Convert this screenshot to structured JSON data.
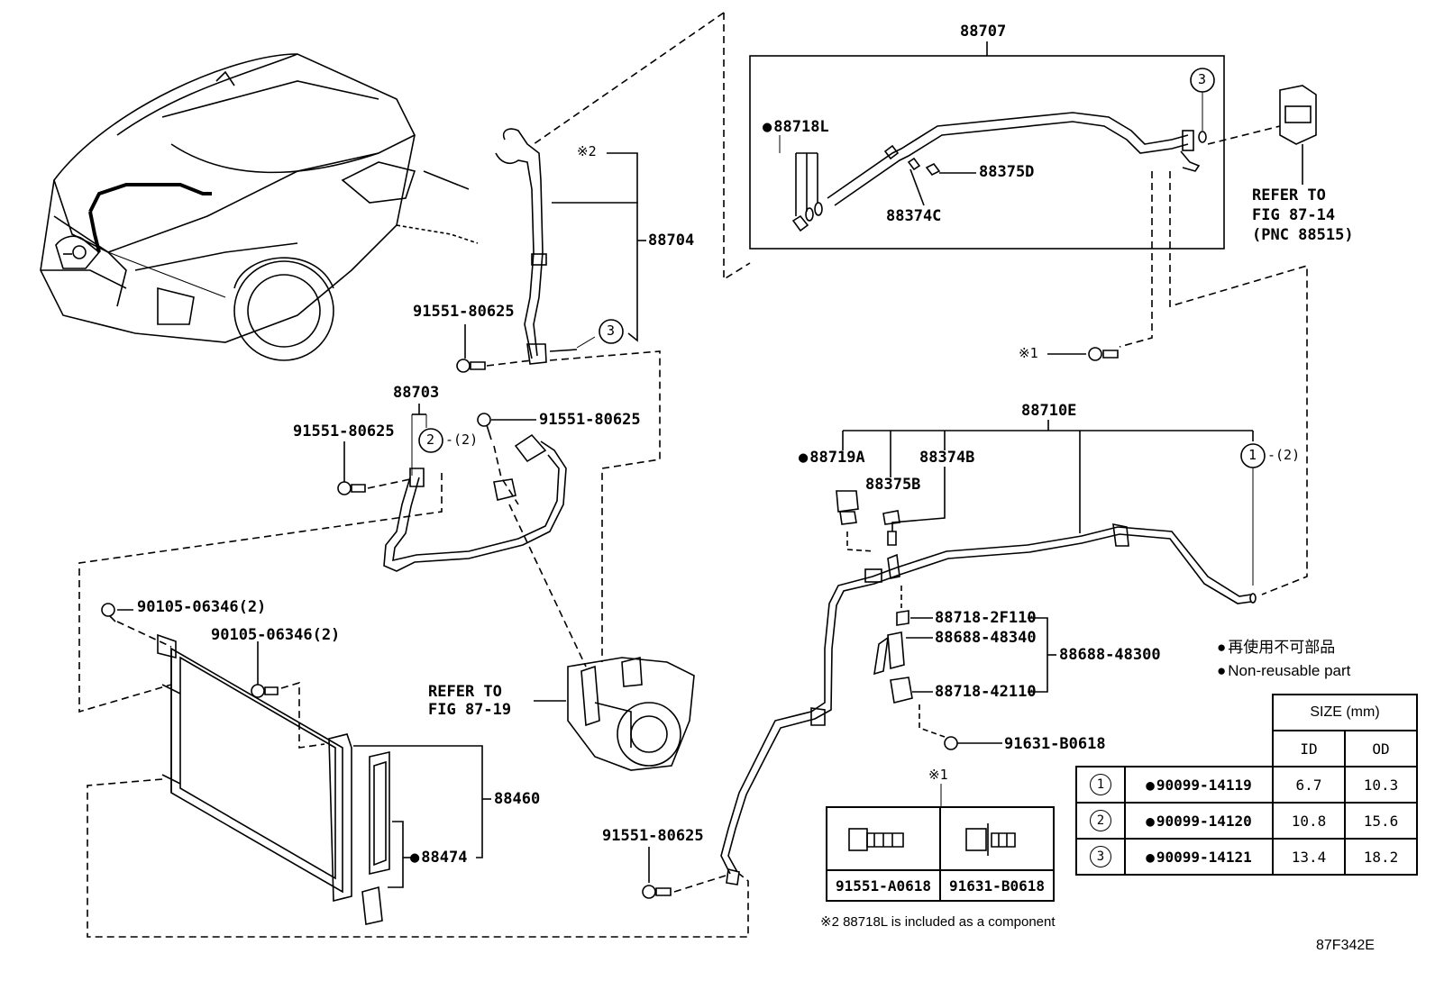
{
  "diagram_id": "87F342E",
  "parts": {
    "p88707": "88707",
    "p88718L": "88718L",
    "p88375D": "88375D",
    "p88374C": "88374C",
    "p88704": "88704",
    "p88703": "88703",
    "p88710E": "88710E",
    "p88719A": "88719A",
    "p88374B": "88374B",
    "p88375B": "88375B",
    "p88460": "88460",
    "p88474": "88474",
    "p88718_2F110": "88718-2F110",
    "p88688_48340": "88688-48340",
    "p88688_48300": "88688-48300",
    "p88718_42110": "88718-42110",
    "p91631_B0618": "91631-B0618",
    "p91551_a": "91551-80625",
    "p91551_b": "91551-80625",
    "p91551_c": "91551-80625",
    "p91551_d": "91551-80625",
    "p90105_a": "90105-06346(2)",
    "p90105_b": "90105-06346(2)"
  },
  "markers": {
    "note2_mark": "※2",
    "note1_mark": "※1",
    "note1_table_mark": "※1",
    "c3a": "3",
    "c3b": "3",
    "c2": "2",
    "c2_qty": "-(2)",
    "c1": "1",
    "c1_qty": "-(2)"
  },
  "refs": {
    "ref_8814_l1": "REFER TO",
    "ref_8814_l2": "FIG 87-14",
    "ref_8814_l3": "(PNC 88515)",
    "ref_8719_l1": "REFER TO",
    "ref_8719_l2": "FIG 87-19"
  },
  "legend": {
    "jp": "再使用不可部品",
    "en": "Non-reusable part"
  },
  "size_table": {
    "title": "SIZE (mm)",
    "col_id": "ID",
    "col_od": "OD",
    "rows": [
      {
        "no": "1",
        "part": "90099-14119",
        "id": "6.7",
        "od": "10.3"
      },
      {
        "no": "2",
        "part": "90099-14120",
        "id": "10.8",
        "od": "15.6"
      },
      {
        "no": "3",
        "part": "90099-14121",
        "id": "13.4",
        "od": "18.2"
      }
    ]
  },
  "fastener_table": {
    "left": "91551-A0618",
    "right": "91631-B0618"
  },
  "footnote": "※2  88718L is included as a component"
}
